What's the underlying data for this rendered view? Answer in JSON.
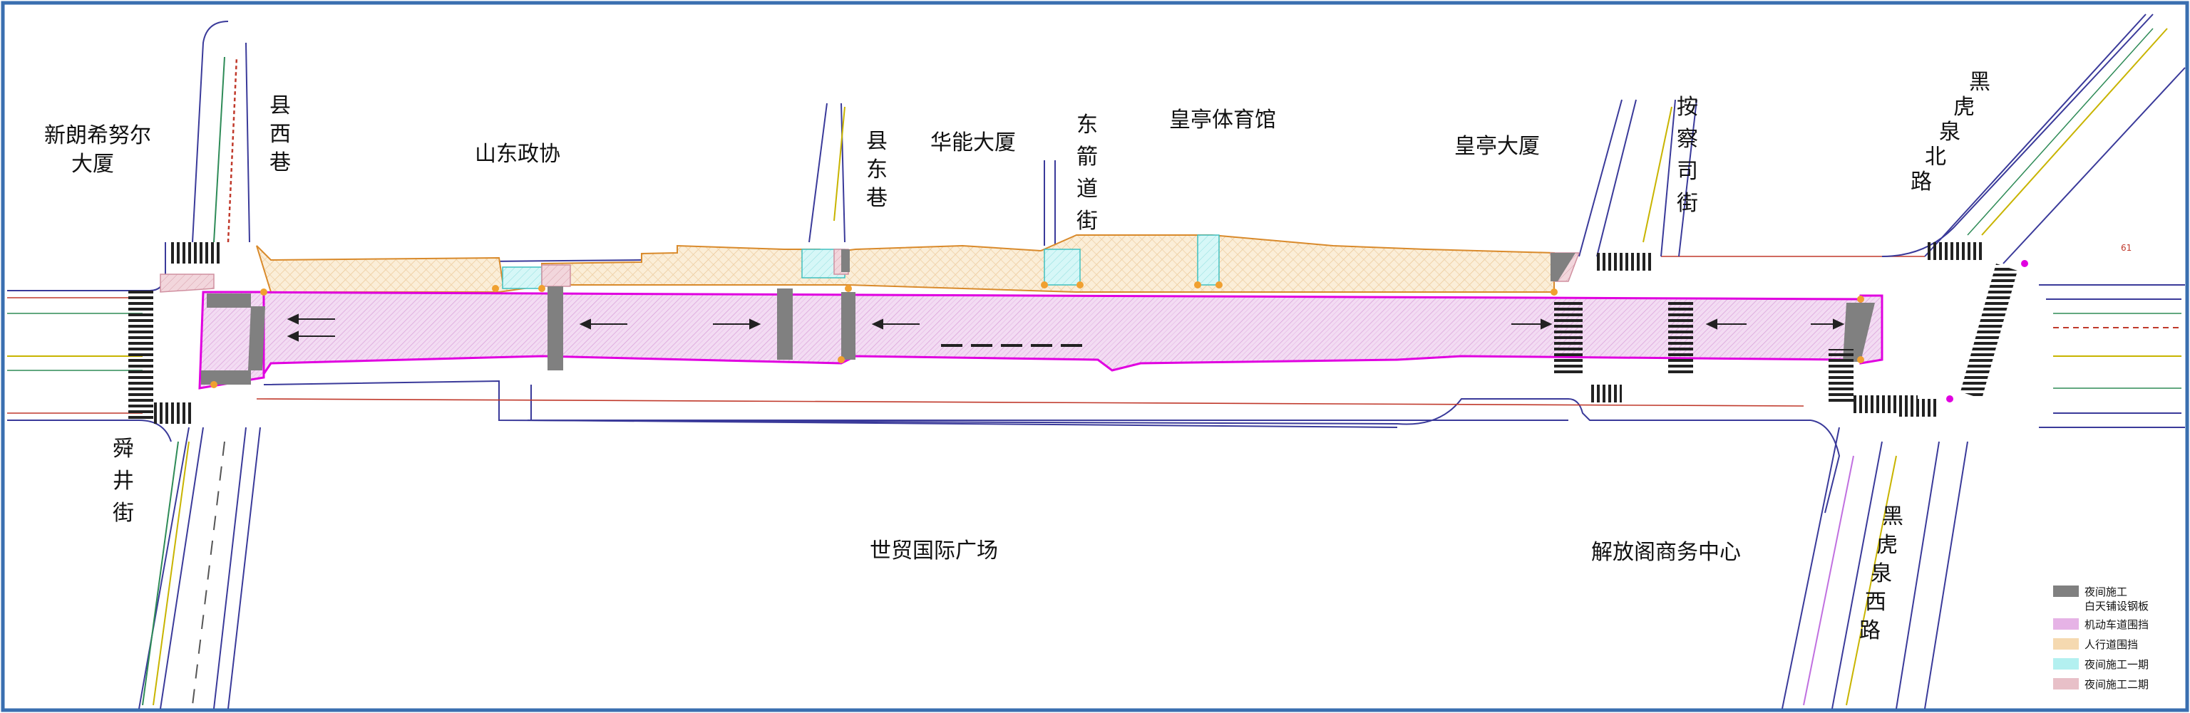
{
  "labels": {
    "xinlang": [
      "新朗希努尔",
      "大厦"
    ],
    "xianxi": [
      "县",
      "西",
      "巷"
    ],
    "shandong": "山东政协",
    "xiandong": [
      "县",
      "东",
      "巷"
    ],
    "huaneng": "华能大厦",
    "dongjian": [
      "东",
      "箭",
      "道",
      "街"
    ],
    "huangting_gym": "皇亭体育馆",
    "huangting_tower": "皇亭大厦",
    "ancha": [
      "按",
      "察",
      "司",
      "街"
    ],
    "heihu_north": [
      "黑",
      "虎",
      "泉",
      "北",
      "路"
    ],
    "shunjing": [
      "舜",
      "井",
      "街"
    ],
    "shimao": "世贸国际广场",
    "jiefangge": "解放阁商务中心",
    "heihu_west": [
      "黑",
      "虎",
      "泉",
      "西",
      "路"
    ],
    "small_61": "61"
  },
  "legend": [
    {
      "text": [
        "夜间施工",
        "白天铺设钢板"
      ],
      "color": "#808080"
    },
    {
      "text": [
        "机动车道围挡"
      ],
      "color": "#e6b3e6"
    },
    {
      "text": [
        "人行道围挡"
      ],
      "color": "#f5d9b0"
    },
    {
      "text": [
        "夜间施工一期"
      ],
      "color": "#b3f0f0"
    },
    {
      "text": [
        "夜间施工二期"
      ],
      "color": "#e8c0c8"
    }
  ],
  "colors": {
    "frame": "#3a6fb0",
    "road": "#3a3a9a",
    "magenta": "#e000e0",
    "orange": "#d98a2b"
  }
}
